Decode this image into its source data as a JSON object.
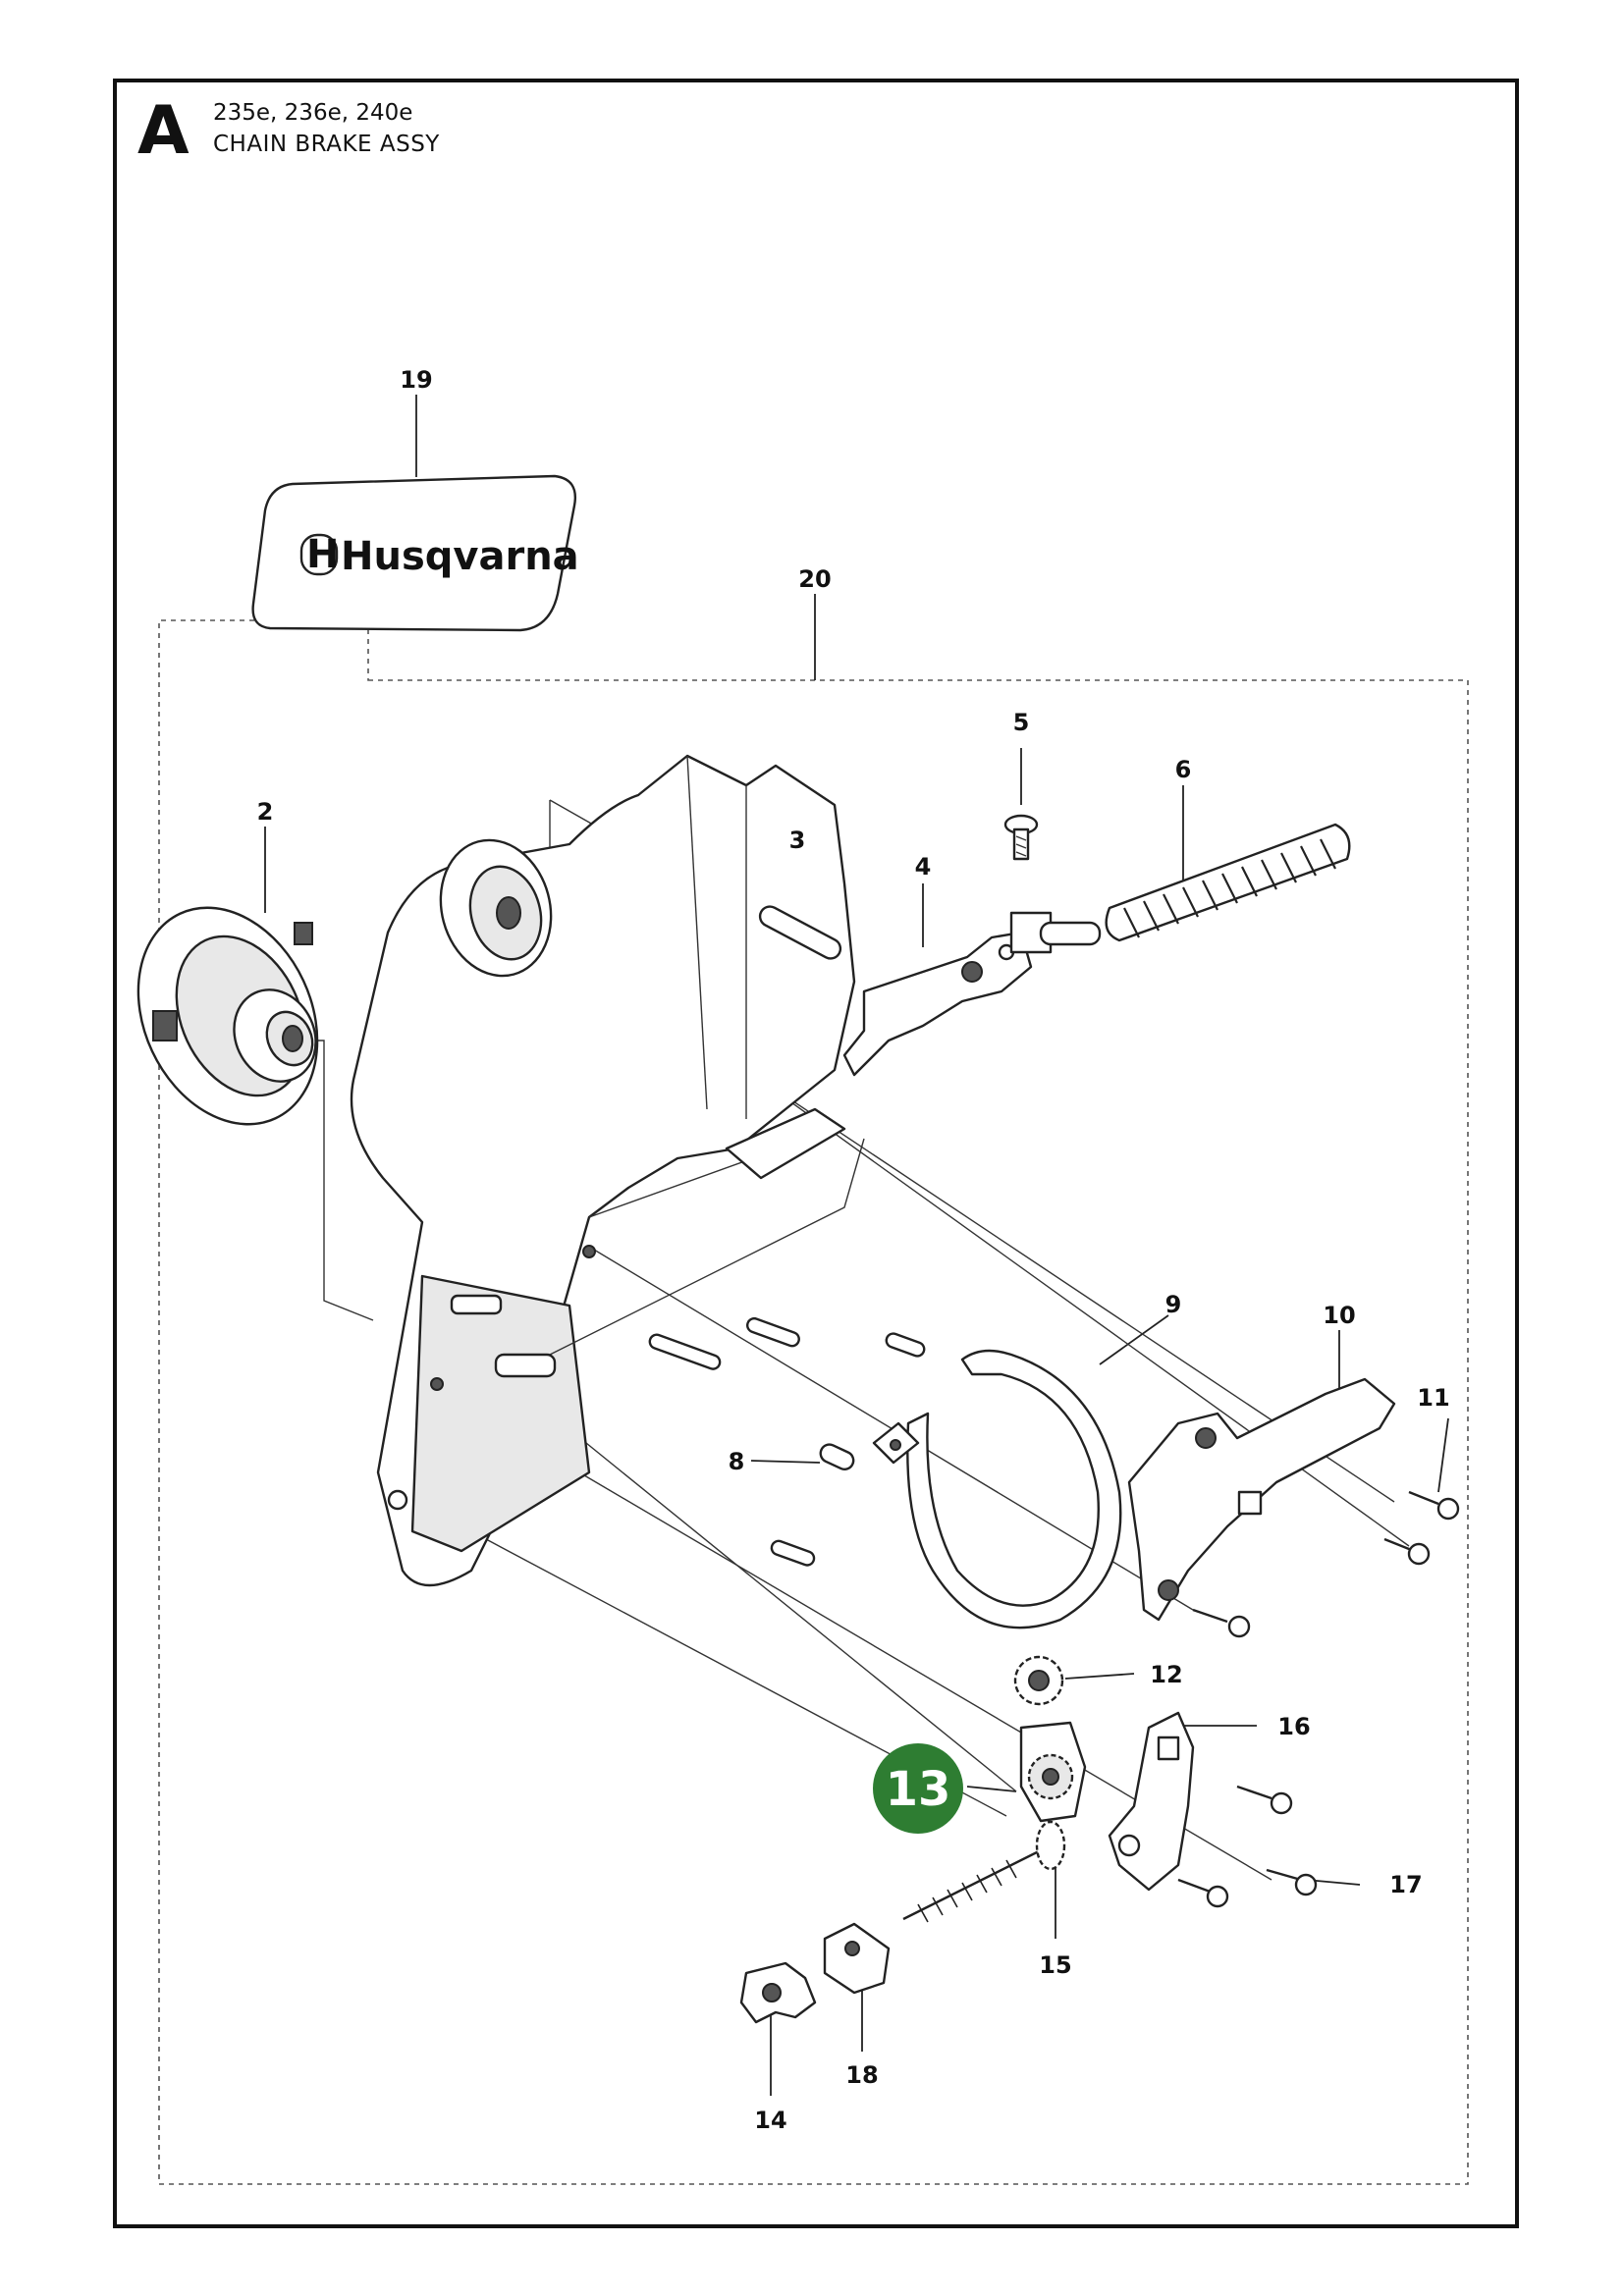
{
  "header": {
    "section_letter": "A",
    "models": "235e, 236e, 240e",
    "assembly_title": "CHAIN BRAKE ASSY"
  },
  "logo": {
    "brand_text": "Husqvarna"
  },
  "callouts": {
    "c2": "2",
    "c3": "3",
    "c4": "4",
    "c5": "5",
    "c6": "6",
    "c8": "8",
    "c9": "9",
    "c10": "10",
    "c11": "11",
    "c12": "12",
    "c13": "13",
    "c14": "14",
    "c15": "15",
    "c16": "16",
    "c17": "17",
    "c18": "18",
    "c19": "19",
    "c20": "20"
  },
  "colors": {
    "highlight": "#2e7d32",
    "ink": "#111111"
  }
}
